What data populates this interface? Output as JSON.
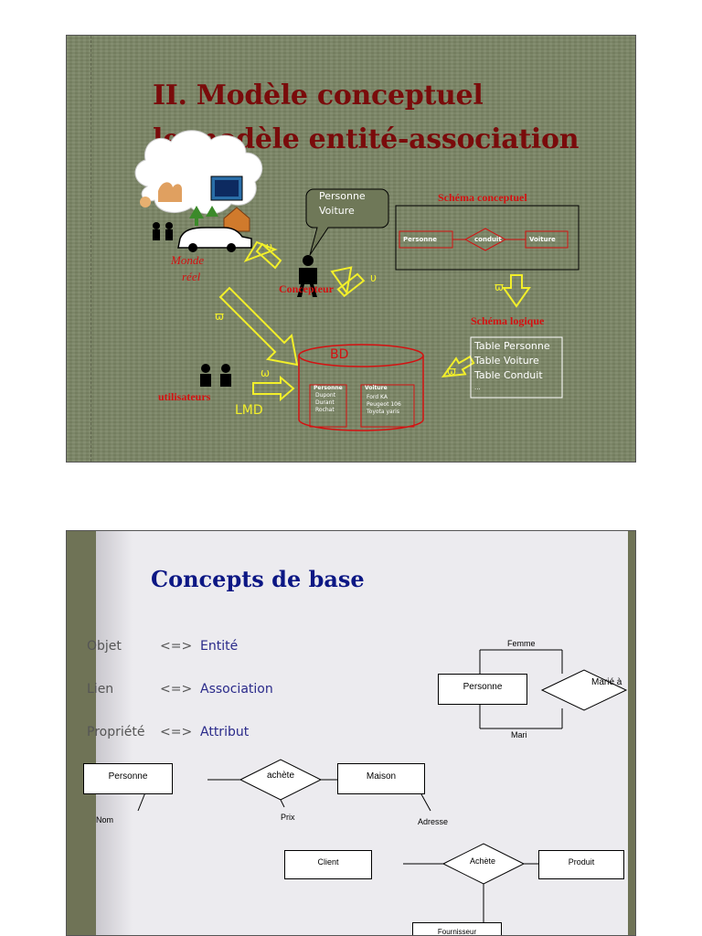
{
  "slide1": {
    "title_line1": "II. Modèle conceptuel",
    "title_line2": "le modèle entité-association",
    "bubble": [
      "Personne",
      "Voiture"
    ],
    "schema_conceptuel_label": "Schéma conceptuel",
    "schema_entities": [
      "Personne",
      "conduit",
      "Voiture"
    ],
    "monde_reel": [
      "Monde",
      "réel"
    ],
    "concepteur": "Concepteur",
    "schema_logique_label": "Schéma logique",
    "tables": [
      "Table Personne",
      "Table Voiture",
      "Table Conduit",
      "..."
    ],
    "bd_label": "BD",
    "bd_personne_title": "Personne",
    "bd_personne_rows": [
      "Dupont",
      "Durant",
      "Rochat"
    ],
    "bd_voiture_title": "Voiture",
    "bd_voiture_rows": [
      "Ford KA",
      "Peugeot 106",
      "Toyota yaris"
    ],
    "utilisateurs": "utilisateurs",
    "lmd": "LMD",
    "symbol_upsilon": "υ",
    "symbol_varpi": "ϖ",
    "symbol_omega": "ω",
    "colors": {
      "slide_bg": "#7b8565",
      "title": "#7a0b0b",
      "red": "#d41111",
      "yellow": "#f2ef2a"
    }
  },
  "slide2": {
    "title": "Concepts de base",
    "concepts": [
      {
        "left": "Objet",
        "arrow": "<=>",
        "right": "Entité"
      },
      {
        "left": "Lien",
        "arrow": "<=>",
        "right": "Association"
      },
      {
        "left": "Propriété",
        "arrow": "<=>",
        "right": "Attribut"
      }
    ],
    "diagram1": {
      "entity": "Personne",
      "relation": "Marié à",
      "role_top": "Femme",
      "role_bottom": "Mari"
    },
    "diagram2": {
      "entity1": "Personne",
      "relation": "achète",
      "entity2": "Maison",
      "attr1": "Nom",
      "attr_rel": "Prix",
      "attr2": "Adresse"
    },
    "diagram3": {
      "entity1": "Client",
      "relation": "Achète",
      "entity2": "Produit",
      "entity3": "Fournisseur"
    },
    "colors": {
      "title": "#0c1784",
      "page": "#ecebef"
    }
  }
}
